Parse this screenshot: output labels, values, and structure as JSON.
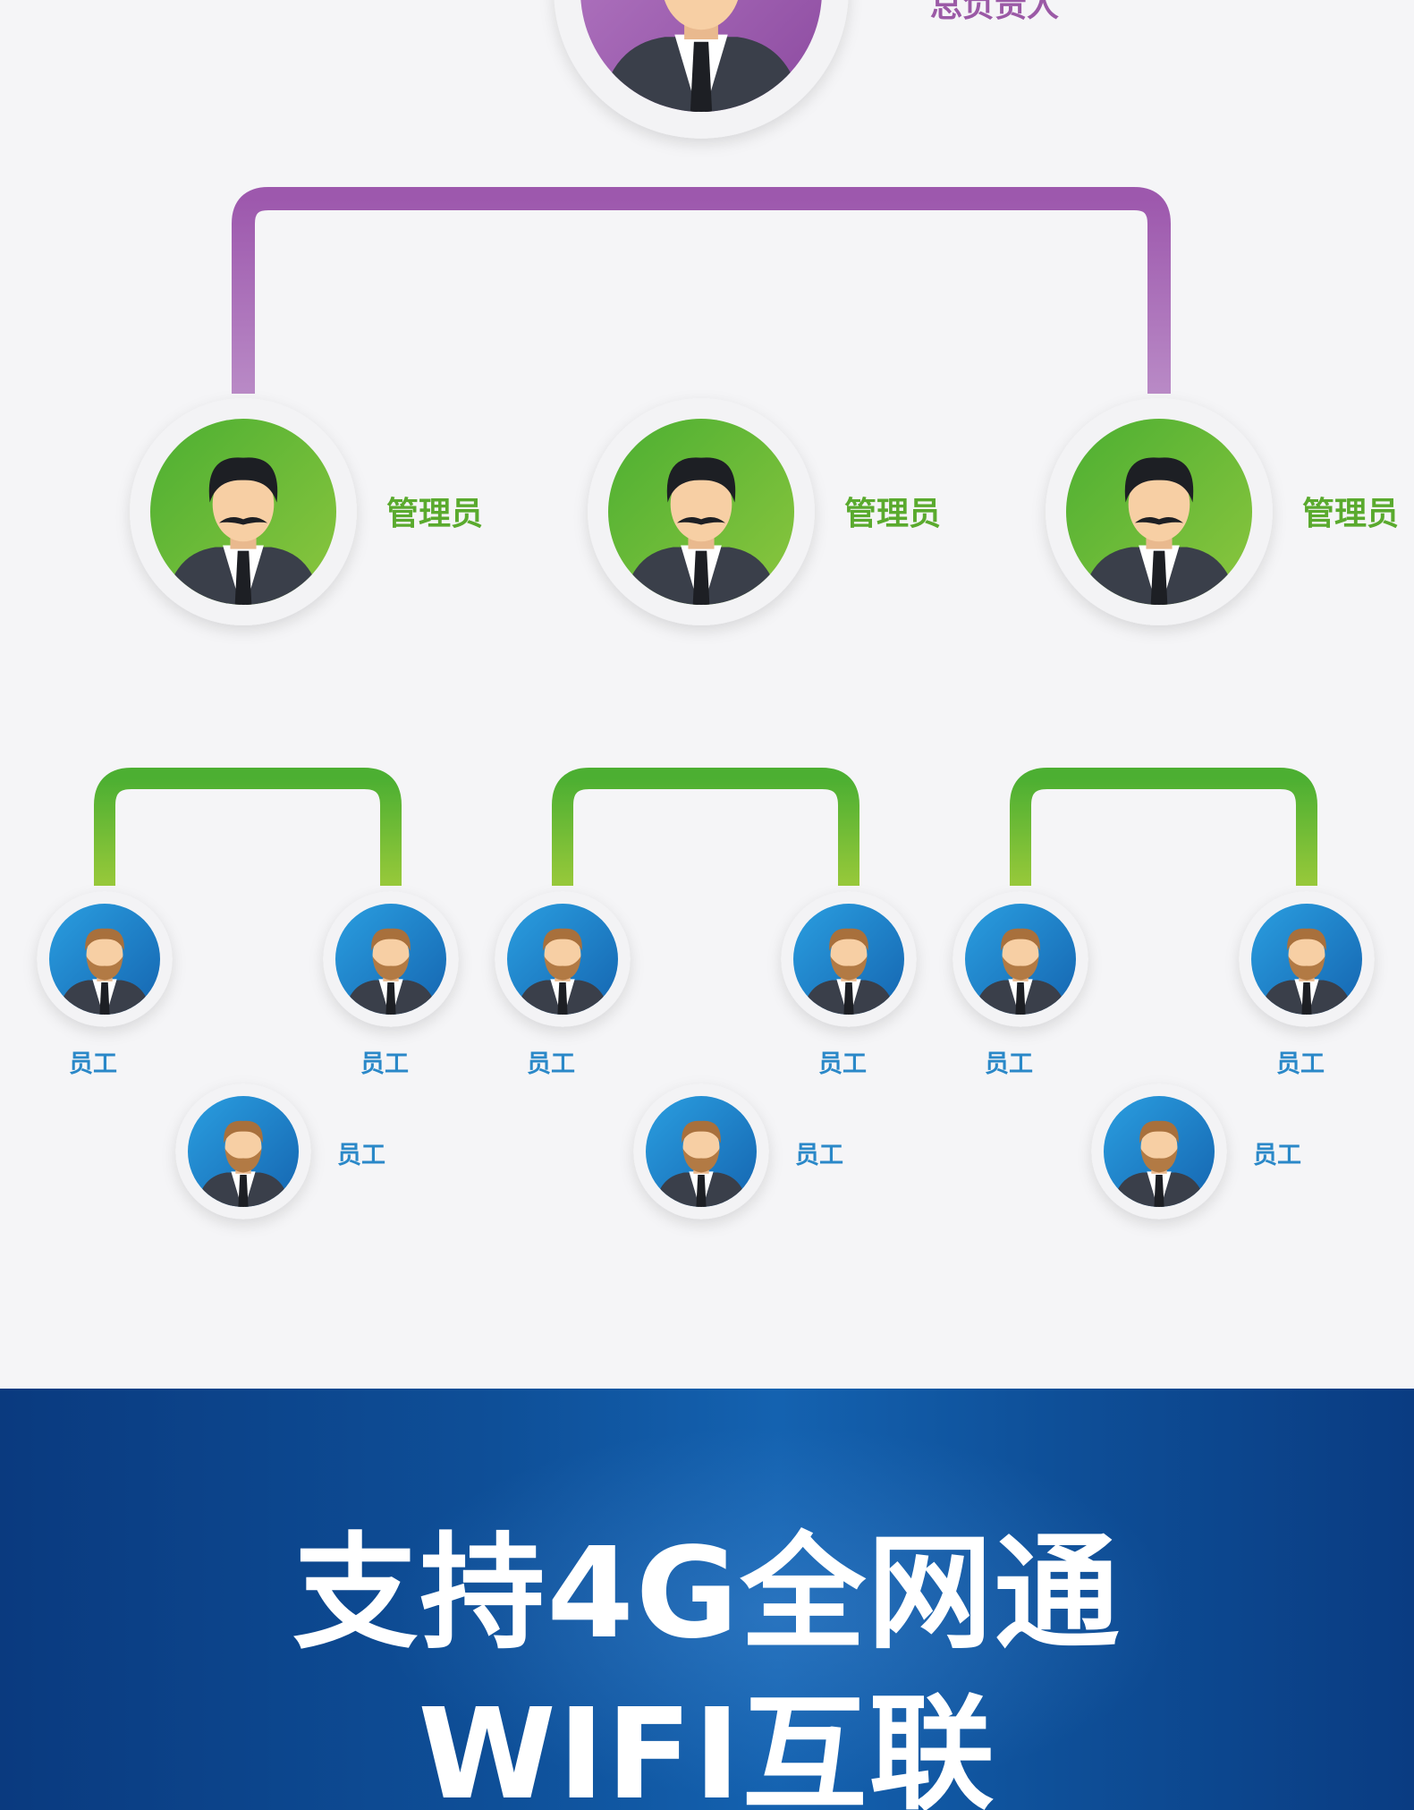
{
  "top": {
    "label": "总负责人",
    "color": "#9b5aa6"
  },
  "admins": [
    {
      "label": "管理员"
    },
    {
      "label": "管理员"
    },
    {
      "label": "管理员"
    }
  ],
  "staff_label": "员工",
  "colors": {
    "purple": "#a160b0",
    "green": "#5cb832",
    "green_light": "#8ac92a",
    "blue": "#1f82c8",
    "label_green": "#5aaa2e",
    "label_blue": "#2a88c8"
  },
  "banner": {
    "line1": "支持4G全网通",
    "line2": "WIFI互联"
  }
}
